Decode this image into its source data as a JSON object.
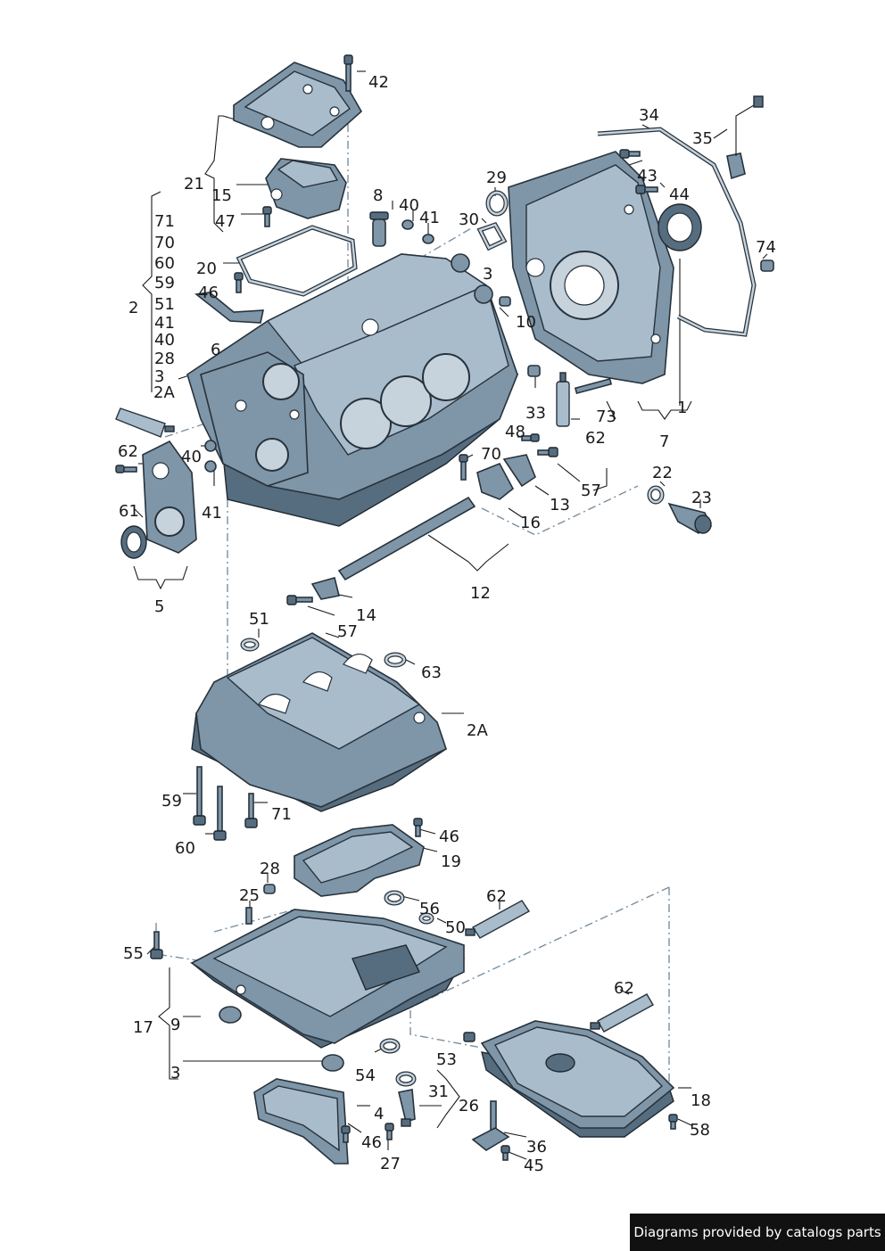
{
  "labels": [
    {
      "id": "42",
      "text": "42"
    },
    {
      "id": "21",
      "text": "21"
    },
    {
      "id": "15",
      "text": "15"
    },
    {
      "id": "47",
      "text": "47"
    },
    {
      "id": "71",
      "text": "71"
    },
    {
      "id": "70",
      "text": "70"
    },
    {
      "id": "60",
      "text": "60"
    },
    {
      "id": "59",
      "text": "59"
    },
    {
      "id": "2",
      "text": "2"
    },
    {
      "id": "51",
      "text": "51"
    },
    {
      "id": "41a",
      "text": "41"
    },
    {
      "id": "40a",
      "text": "40"
    },
    {
      "id": "28",
      "text": "28"
    },
    {
      "id": "3a",
      "text": "3"
    },
    {
      "id": "2A",
      "text": "2A"
    },
    {
      "id": "20",
      "text": "20"
    },
    {
      "id": "46a",
      "text": "46"
    },
    {
      "id": "6",
      "text": "6"
    },
    {
      "id": "8",
      "text": "8"
    },
    {
      "id": "40b",
      "text": "40"
    },
    {
      "id": "41b",
      "text": "41"
    },
    {
      "id": "29",
      "text": "29"
    },
    {
      "id": "30",
      "text": "30"
    },
    {
      "id": "3b",
      "text": "3"
    },
    {
      "id": "10",
      "text": "10"
    },
    {
      "id": "34",
      "text": "34"
    },
    {
      "id": "35",
      "text": "35"
    },
    {
      "id": "43",
      "text": "43"
    },
    {
      "id": "44",
      "text": "44"
    },
    {
      "id": "74",
      "text": "74"
    },
    {
      "id": "1",
      "text": "1"
    },
    {
      "id": "7",
      "text": "7"
    },
    {
      "id": "33",
      "text": "33"
    },
    {
      "id": "73",
      "text": "73"
    },
    {
      "id": "62a",
      "text": "62"
    },
    {
      "id": "48",
      "text": "48"
    },
    {
      "id": "70b",
      "text": "70"
    },
    {
      "id": "62b",
      "text": "62"
    },
    {
      "id": "40c",
      "text": "40"
    },
    {
      "id": "41c",
      "text": "41"
    },
    {
      "id": "61",
      "text": "61"
    },
    {
      "id": "5",
      "text": "5"
    },
    {
      "id": "13",
      "text": "13"
    },
    {
      "id": "57a",
      "text": "57"
    },
    {
      "id": "16",
      "text": "16"
    },
    {
      "id": "22",
      "text": "22"
    },
    {
      "id": "23",
      "text": "23"
    },
    {
      "id": "12",
      "text": "12"
    },
    {
      "id": "14",
      "text": "14"
    },
    {
      "id": "51b",
      "text": "51"
    },
    {
      "id": "57b",
      "text": "57"
    },
    {
      "id": "63",
      "text": "63"
    },
    {
      "id": "2Ab",
      "text": "2A"
    },
    {
      "id": "59b",
      "text": "59"
    },
    {
      "id": "71b",
      "text": "71"
    },
    {
      "id": "60b",
      "text": "60"
    },
    {
      "id": "46b",
      "text": "46"
    },
    {
      "id": "19",
      "text": "19"
    },
    {
      "id": "28b",
      "text": "28"
    },
    {
      "id": "25",
      "text": "25"
    },
    {
      "id": "56",
      "text": "56"
    },
    {
      "id": "62c",
      "text": "62"
    },
    {
      "id": "50",
      "text": "50"
    },
    {
      "id": "55",
      "text": "55"
    },
    {
      "id": "62d",
      "text": "62"
    },
    {
      "id": "17",
      "text": "17"
    },
    {
      "id": "9",
      "text": "9"
    },
    {
      "id": "3c",
      "text": "3"
    },
    {
      "id": "54",
      "text": "54"
    },
    {
      "id": "53",
      "text": "53"
    },
    {
      "id": "31",
      "text": "31"
    },
    {
      "id": "26",
      "text": "26"
    },
    {
      "id": "4",
      "text": "4"
    },
    {
      "id": "46c",
      "text": "46"
    },
    {
      "id": "27",
      "text": "27"
    },
    {
      "id": "18",
      "text": "18"
    },
    {
      "id": "58",
      "text": "58"
    },
    {
      "id": "36",
      "text": "36"
    },
    {
      "id": "45",
      "text": "45"
    }
  ],
  "footer": {
    "credit": "Diagrams provided by catalogs parts"
  }
}
